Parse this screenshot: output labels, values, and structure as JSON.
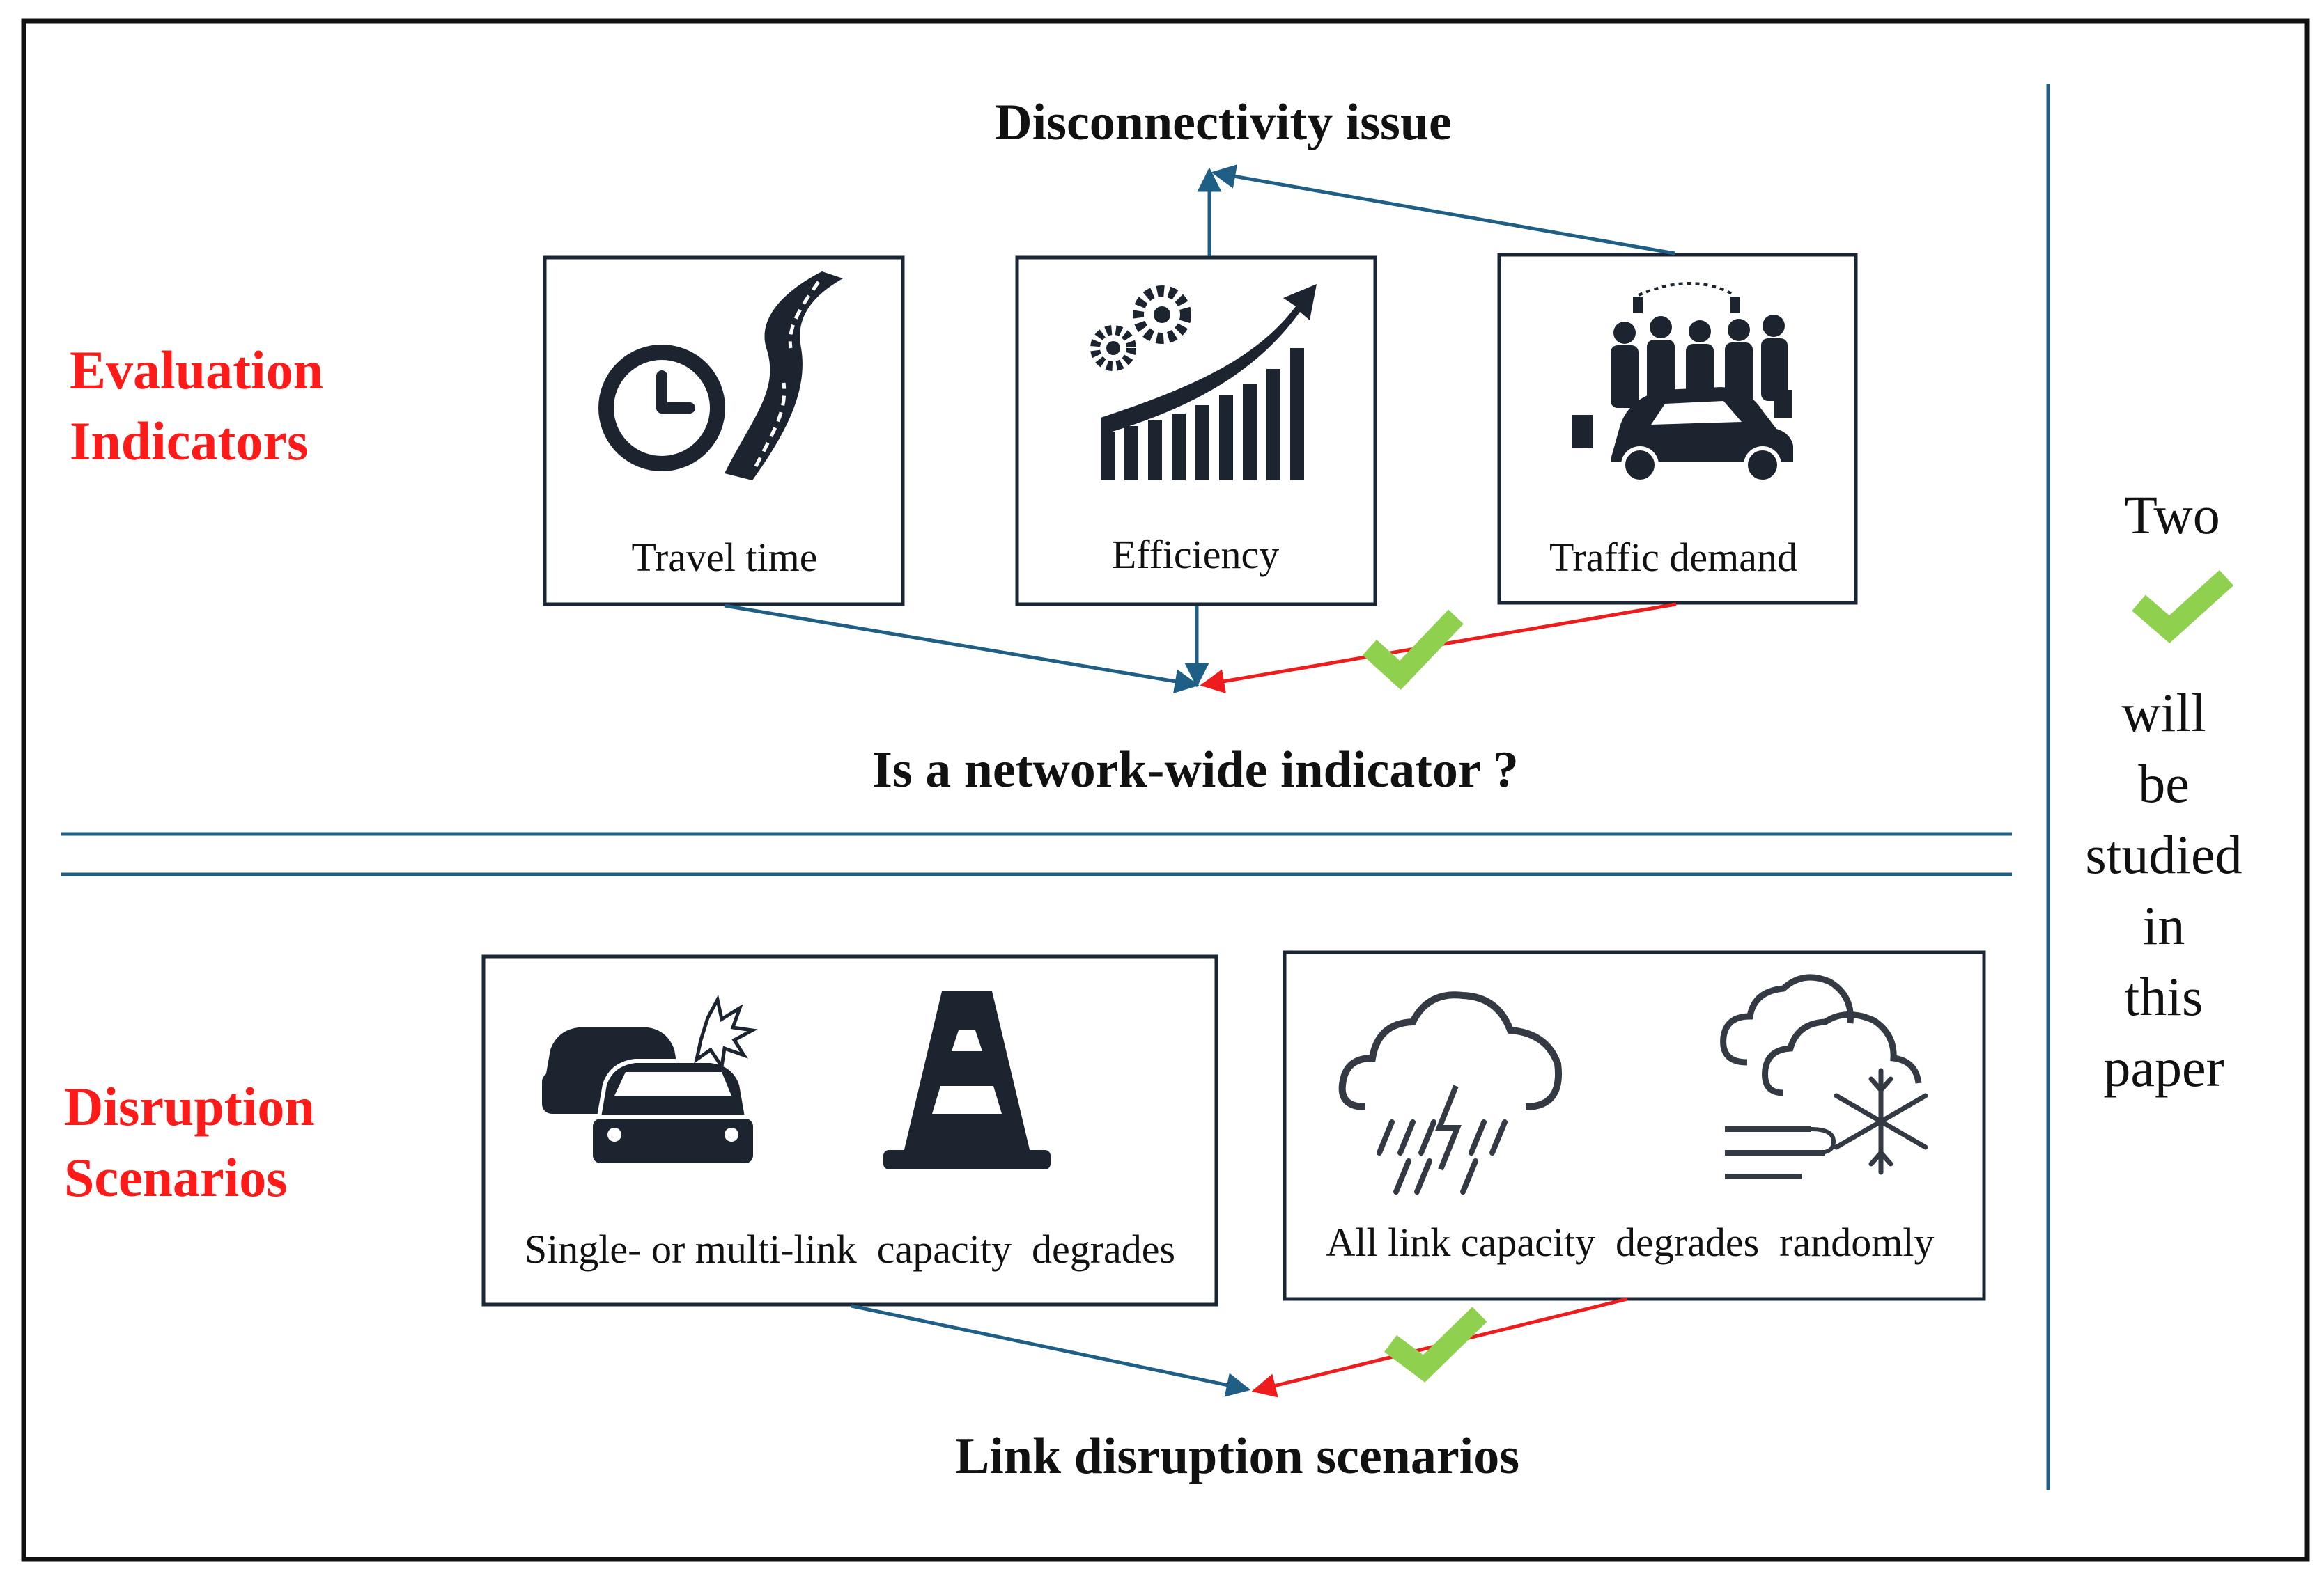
{
  "labels": {
    "evaluation_line1": "Evaluation",
    "evaluation_line2": "Indicators",
    "disruption_line1": "Disruption",
    "disruption_line2": "Scenarios"
  },
  "top": {
    "title": "Disconnectivity issue",
    "question": "Is a network-wide indicator ?",
    "boxes": [
      {
        "label": "Travel time",
        "icon": "clock-road-icon"
      },
      {
        "label": "Efficiency",
        "icon": "gears-rising-chart-icon"
      },
      {
        "label": "Traffic demand",
        "icon": "people-car-icon"
      }
    ]
  },
  "bottom": {
    "title": "Link disruption scenarios",
    "boxes": [
      {
        "label": "Single- or multi-link  capacity  degrades",
        "icons": [
          "car-crash-icon",
          "traffic-cone-icon"
        ]
      },
      {
        "label": "All link capacity  degrades  randomly",
        "icons": [
          "storm-cloud-icon",
          "snow-wind-cloud-icon"
        ]
      }
    ]
  },
  "side": {
    "lines": [
      "Two",
      "will",
      "be",
      "studied",
      "in",
      "this",
      "paper"
    ]
  },
  "colors": {
    "label_red": "#ff1a1a",
    "connector_blue": "#1f5f86",
    "connector_red": "#ee1c1c",
    "check_green": "#8fd14f",
    "icon_dark": "#1c2430",
    "box_border": "#1a2535"
  }
}
